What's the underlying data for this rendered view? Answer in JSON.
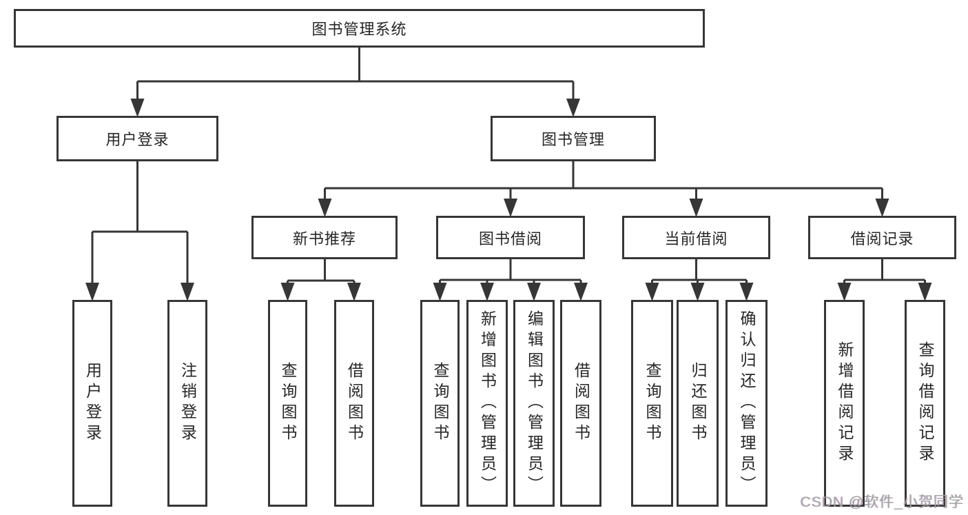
{
  "diagram": {
    "root_label": "图书管理系统",
    "level2": [
      {
        "label": "用户登录"
      },
      {
        "label": "图书管理"
      }
    ],
    "user_children": [
      {
        "label": "用户登录"
      },
      {
        "label": "注销登录"
      }
    ],
    "groups": [
      {
        "label": "新书推荐",
        "children": [
          {
            "label": "查询图书"
          },
          {
            "label": "借阅图书"
          }
        ]
      },
      {
        "label": "图书借阅",
        "children": [
          {
            "label": "查询图书"
          },
          {
            "label": "新增图书（管理员）"
          },
          {
            "label": "编辑图书（管理员）"
          },
          {
            "label": "借阅图书"
          }
        ]
      },
      {
        "label": "当前借阅",
        "children": [
          {
            "label": "查询图书"
          },
          {
            "label": "归还图书"
          },
          {
            "label": "确认归还（管理员）"
          }
        ]
      },
      {
        "label": "借阅记录",
        "children": [
          {
            "label": "新增借阅记录"
          },
          {
            "label": "查询借阅记录"
          }
        ]
      }
    ]
  },
  "watermark": {
    "text": "CSDN @软件_小贺同学"
  }
}
